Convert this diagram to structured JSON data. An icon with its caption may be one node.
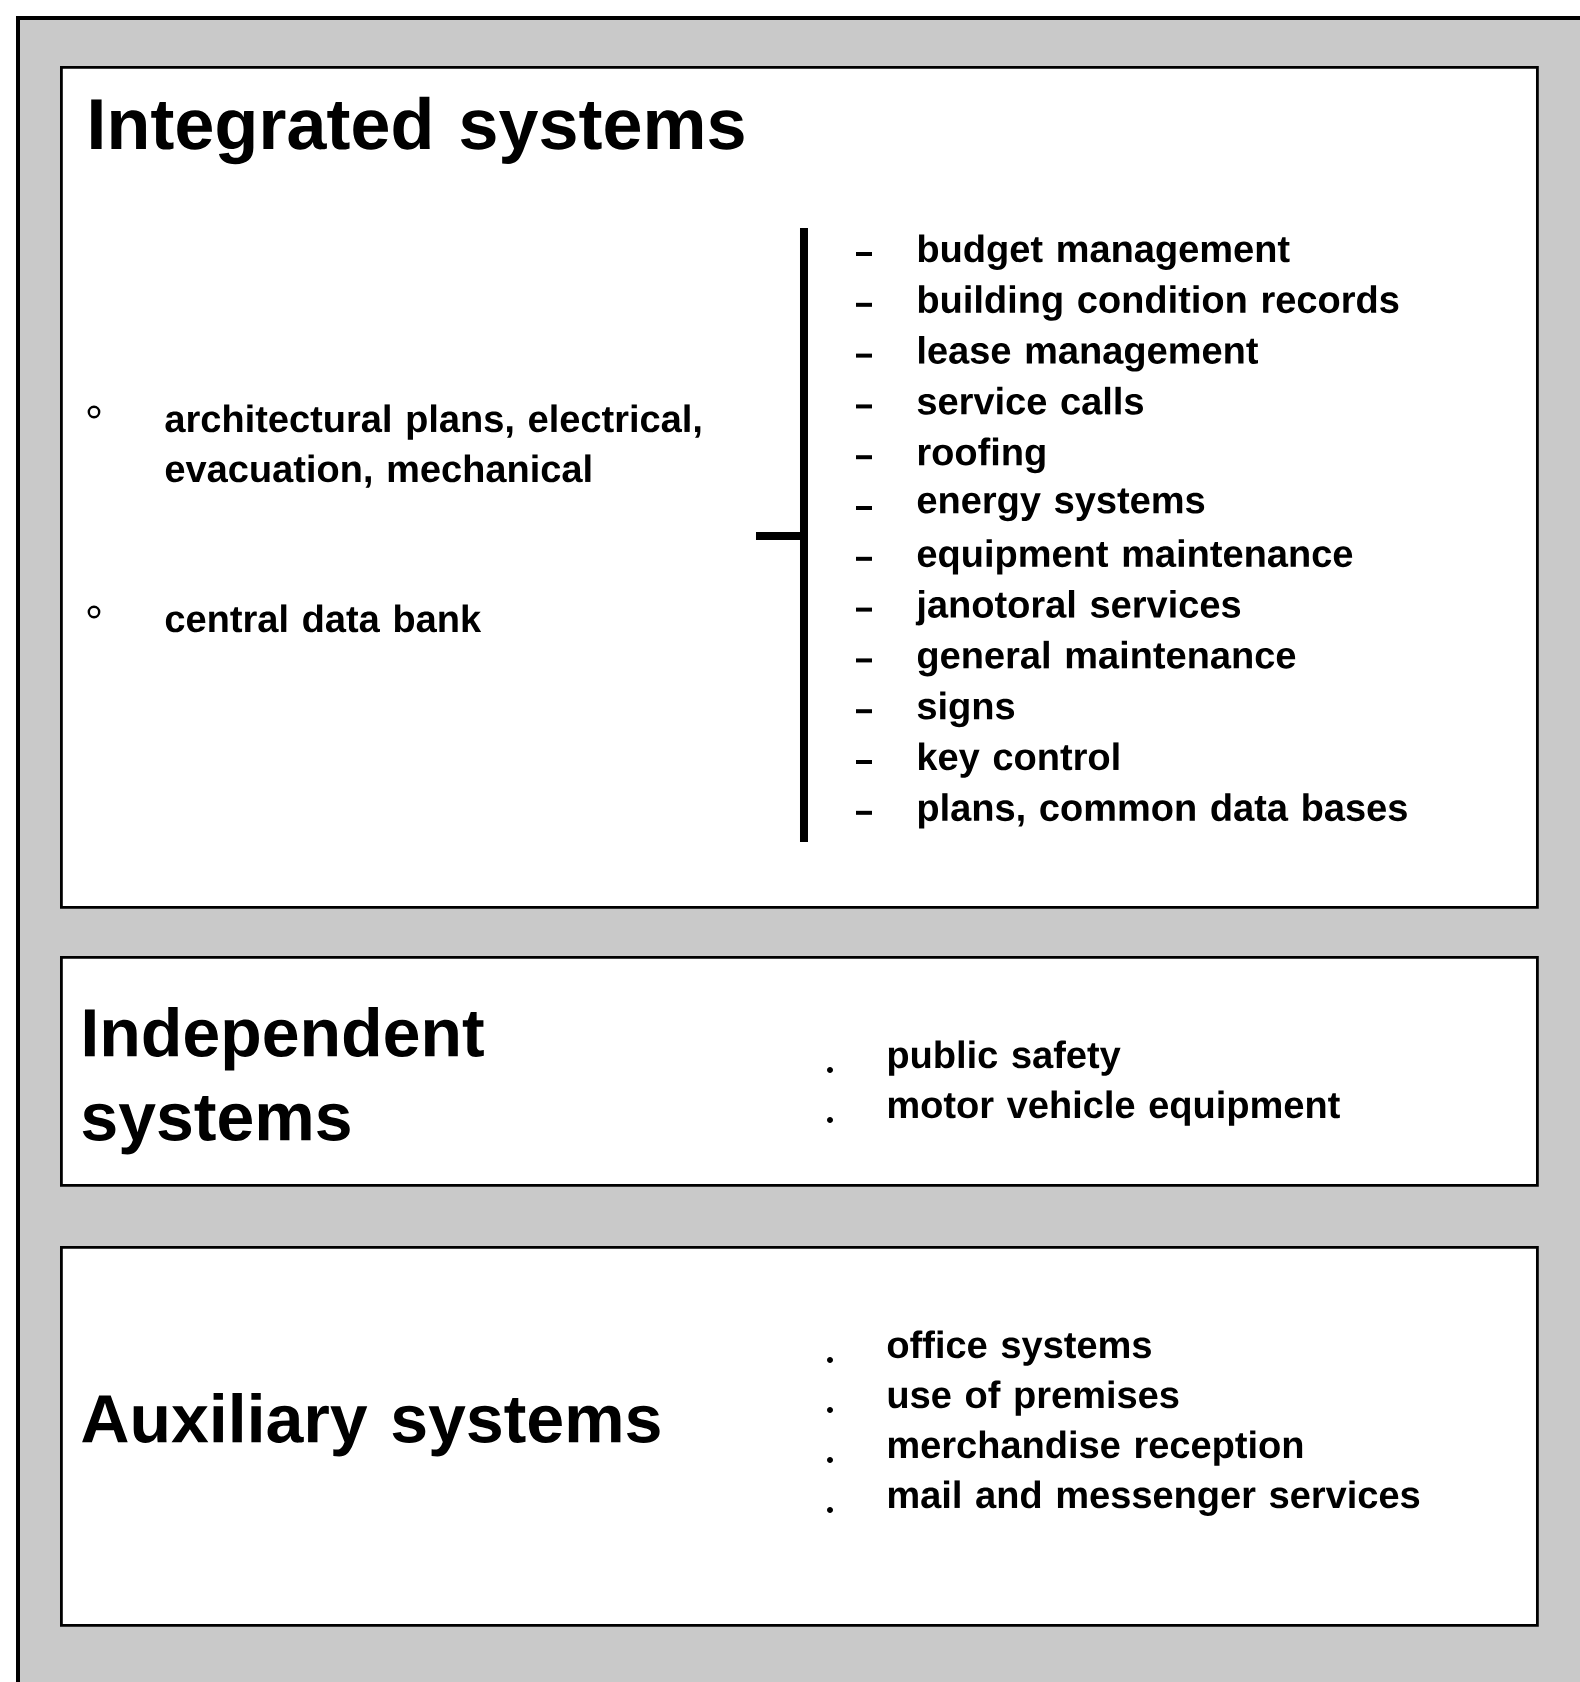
{
  "diagram": {
    "nodes": [
      {
        "text": [
          "Integrated systems",
          "architectural plans, electrical, evacuation, mechanical",
          "central data bank",
          "budget management",
          "building condition records",
          "lease management",
          "service calls",
          "roofing",
          "energy systems",
          "equipment maintenance",
          "janotoral services",
          "general maintenance",
          "signs",
          "key control",
          "plans, common data bases"
        ]
      },
      {
        "text": [
          "Independent systems",
          "public safety",
          "motor vehicle equipment"
        ]
      },
      {
        "text": [
          "Auxiliary systems",
          "office systems",
          "use of premises",
          "merchandise reception",
          "mail and messenger services"
        ]
      }
    ]
  }
}
